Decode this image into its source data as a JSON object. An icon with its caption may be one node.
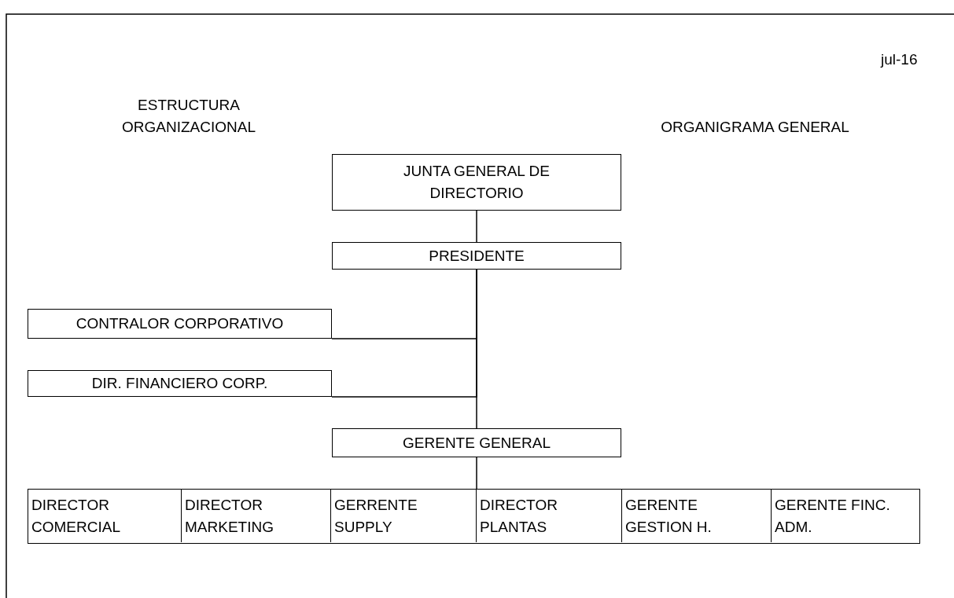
{
  "diagram": {
    "nodes": [
      {
        "text": [
          "JUNTA GENERAL DE DIRECTORIO"
        ]
      },
      {
        "text": [
          "PRESIDENTE"
        ]
      },
      {
        "text": [
          "CONTRALOR CORPORATIVO"
        ]
      },
      {
        "text": [
          "DIR. FINANCIERO CORP."
        ]
      },
      {
        "text": [
          "GERENTE GENERAL"
        ]
      },
      {
        "text": [],
        "shape": "box"
      },
      {
        "text": [
          "DIRECTOR COMERCIAL"
        ],
        "in": 5
      },
      {
        "text": [
          "DIRECTOR MARKETING"
        ],
        "in": 5
      },
      {
        "text": [
          "GERRENTE SUPPLY"
        ],
        "in": 5
      },
      {
        "text": [
          "DIRECTOR PLANTAS"
        ],
        "in": 5
      },
      {
        "text": [
          "GERENTE GESTION H."
        ],
        "in": 5
      },
      {
        "text": [
          "GERENTE FINC. ADM."
        ],
        "in": 5
      }
    ],
    "edges": [
      {
        "from": 0,
        "to": 1,
        "arrow": "none"
      },
      {
        "from": 1,
        "to": 2,
        "arrow": "none"
      },
      {
        "from": 1,
        "to": 3,
        "arrow": "none"
      },
      {
        "from": 1,
        "to": 4,
        "arrow": "none"
      },
      {
        "from": 4,
        "to": 5,
        "arrow": "none"
      }
    ],
    "labels": [
      "jul-16",
      "ESTRUCTURA ORGANIZACIONAL",
      "ORGANIGRAMA GENERAL"
    ]
  }
}
